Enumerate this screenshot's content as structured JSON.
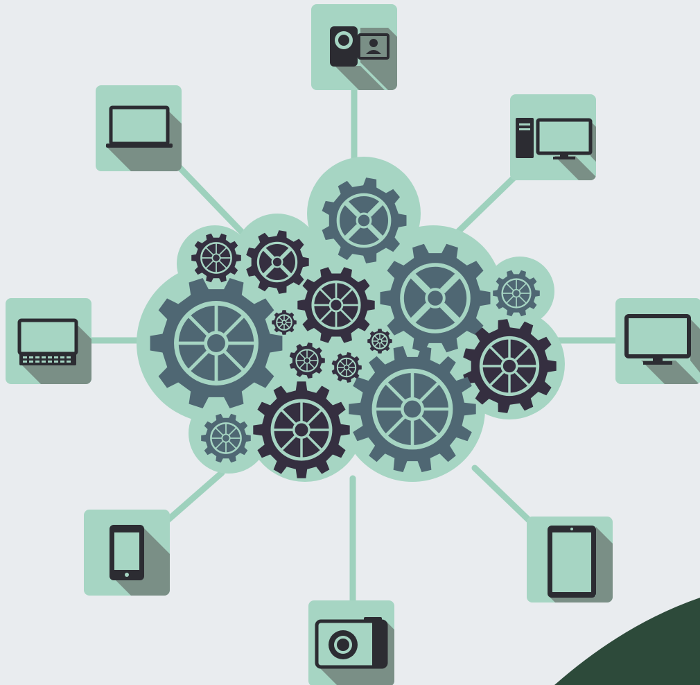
{
  "colors": {
    "background": "#e9ecef",
    "tile": "#a6d5c3",
    "tile_shadow": "#7a8f86",
    "connector": "#9ed1bd",
    "cloud": "#a6d5c3",
    "gear_slate": "#4f6773",
    "gear_dark": "#352f40",
    "device": "#2c2c32",
    "corner_accent": "#2d4a3a"
  },
  "hub": {
    "icon": "cloud-gears-icon",
    "gear_count": 14
  },
  "devices": [
    {
      "id": "camcorder",
      "icon": "camcorder-icon"
    },
    {
      "id": "laptop",
      "icon": "laptop-icon"
    },
    {
      "id": "desktop-computer",
      "icon": "desktop-computer-icon"
    },
    {
      "id": "netbook",
      "icon": "netbook-keyboard-icon"
    },
    {
      "id": "monitor",
      "icon": "monitor-icon"
    },
    {
      "id": "smartphone",
      "icon": "smartphone-icon"
    },
    {
      "id": "tablet",
      "icon": "tablet-icon"
    },
    {
      "id": "camera",
      "icon": "camera-icon"
    }
  ]
}
